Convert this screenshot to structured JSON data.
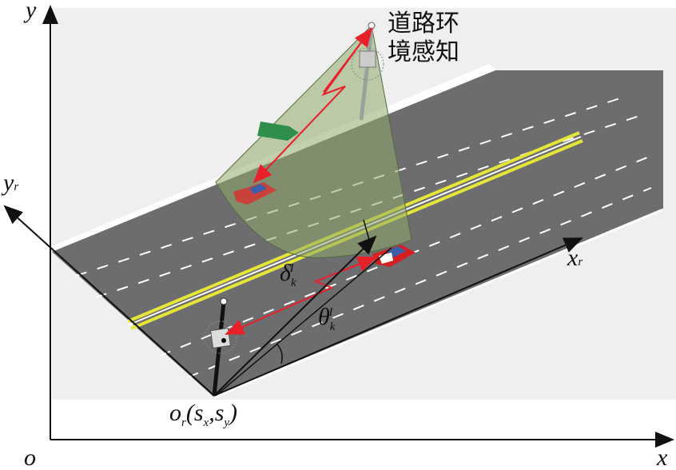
{
  "labels": {
    "y": "y",
    "x": "x",
    "o": "o",
    "yr": "y",
    "yr_sub": "r",
    "xr": "x",
    "xr_sub": "r",
    "delta": "δ",
    "delta_sub": "k",
    "delta_sup": "I",
    "theta": "θ",
    "theta_sub": "k",
    "theta_sup": "I",
    "origin_r": "o",
    "origin_r_sub": "r",
    "origin_r_coords": "(s",
    "sx_sub": "x",
    "comma": ",s",
    "sy_sub": "y",
    "close": ")",
    "perception_line1": "道路环",
    "perception_line2": "境感知"
  },
  "colors": {
    "road": "#6d6d6f",
    "yellow": "#e6e639",
    "cone": "#8faa6b",
    "signal": "#e8202a",
    "sign": "#2f8f4a"
  }
}
